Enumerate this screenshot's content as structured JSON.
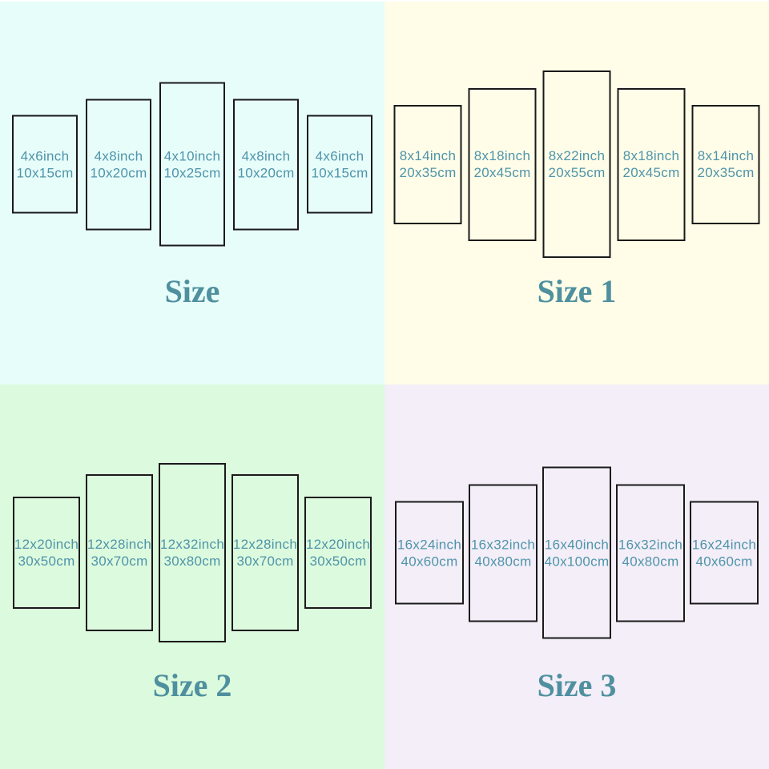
{
  "colors": {
    "q0_bg": "#e7fdfa",
    "q1_bg": "#fffde8",
    "q2_bg": "#dcfadd",
    "q3_bg": "#f3eef8",
    "panel_border": "#1a1a1a",
    "panel_text": "#4f94aa",
    "title_text": "#4f909f",
    "top_strip": "#ffffff"
  },
  "quadrants": [
    {
      "title": "Size",
      "panels": [
        {
          "inch": "4x6inch",
          "cm": "10x15cm"
        },
        {
          "inch": "4x8inch",
          "cm": "10x20cm"
        },
        {
          "inch": "4x10inch",
          "cm": "10x25cm"
        },
        {
          "inch": "4x8inch",
          "cm": "10x20cm"
        },
        {
          "inch": "4x6inch",
          "cm": "10x15cm"
        }
      ]
    },
    {
      "title": "Size 1",
      "panels": [
        {
          "inch": "8x14inch",
          "cm": "20x35cm"
        },
        {
          "inch": "8x18inch",
          "cm": "20x45cm"
        },
        {
          "inch": "8x22inch",
          "cm": "20x55cm"
        },
        {
          "inch": "8x18inch",
          "cm": "20x45cm"
        },
        {
          "inch": "8x14inch",
          "cm": "20x35cm"
        }
      ]
    },
    {
      "title": "Size 2",
      "panels": [
        {
          "inch": "12x20inch",
          "cm": "30x50cm"
        },
        {
          "inch": "12x28inch",
          "cm": "30x70cm"
        },
        {
          "inch": "12x32inch",
          "cm": "30x80cm"
        },
        {
          "inch": "12x28inch",
          "cm": "30x70cm"
        },
        {
          "inch": "12x20inch",
          "cm": "30x50cm"
        }
      ]
    },
    {
      "title": "Size 3",
      "panels": [
        {
          "inch": "16x24inch",
          "cm": "40x60cm"
        },
        {
          "inch": "16x32inch",
          "cm": "40x80cm"
        },
        {
          "inch": "16x40inch",
          "cm": "40x100cm"
        },
        {
          "inch": "16x32inch",
          "cm": "40x80cm"
        },
        {
          "inch": "16x24inch",
          "cm": "40x60cm"
        }
      ]
    }
  ]
}
